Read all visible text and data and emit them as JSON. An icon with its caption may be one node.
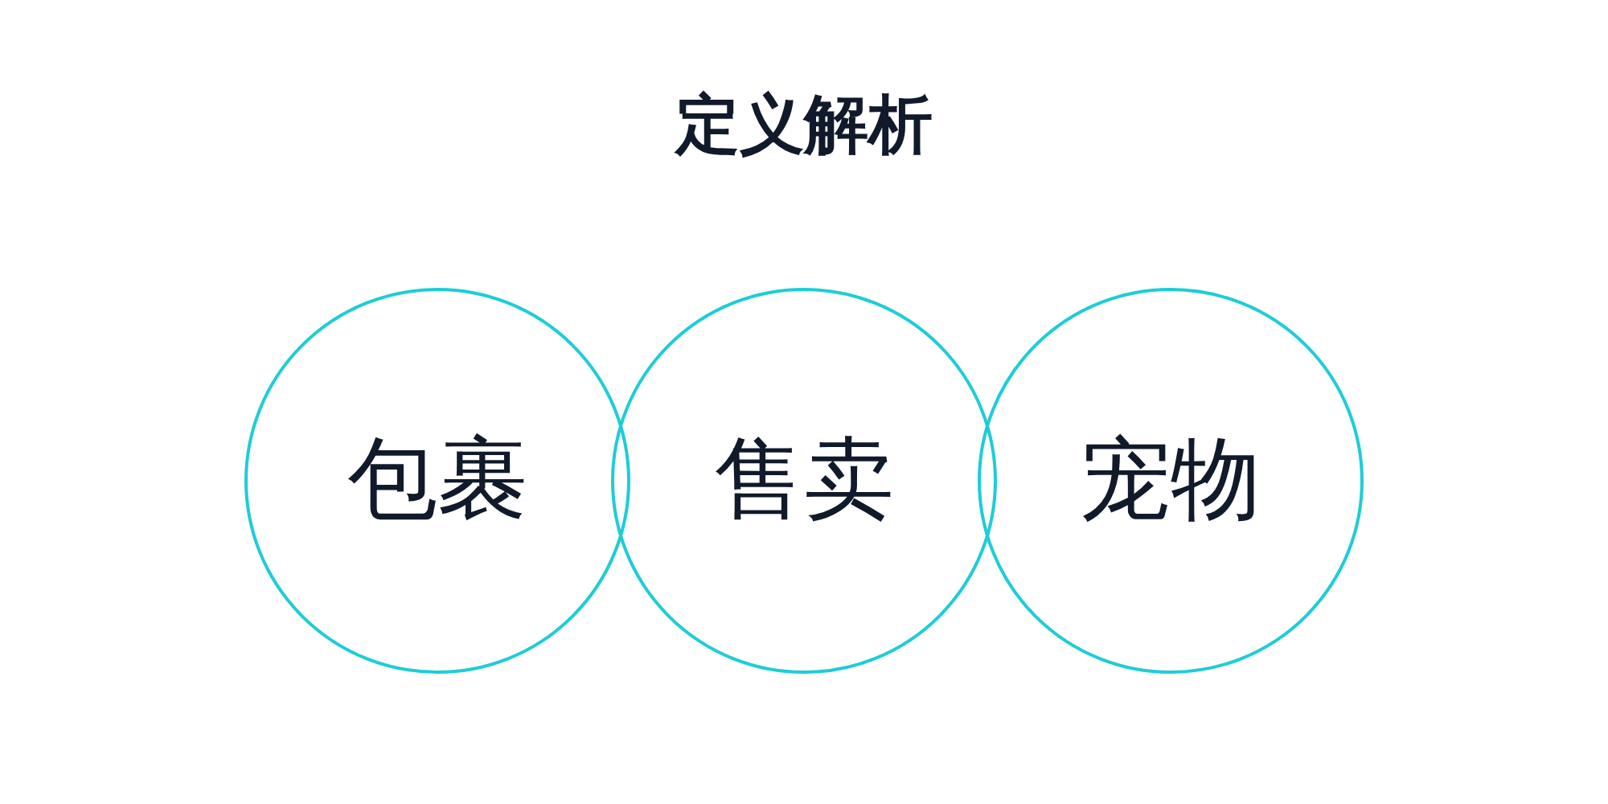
{
  "diagram": {
    "title": "定义解析",
    "nodes": [
      {
        "text": [
          "包裹"
        ]
      },
      {
        "text": [
          "售卖"
        ]
      },
      {
        "text": [
          "宠物"
        ]
      }
    ],
    "edges": []
  }
}
